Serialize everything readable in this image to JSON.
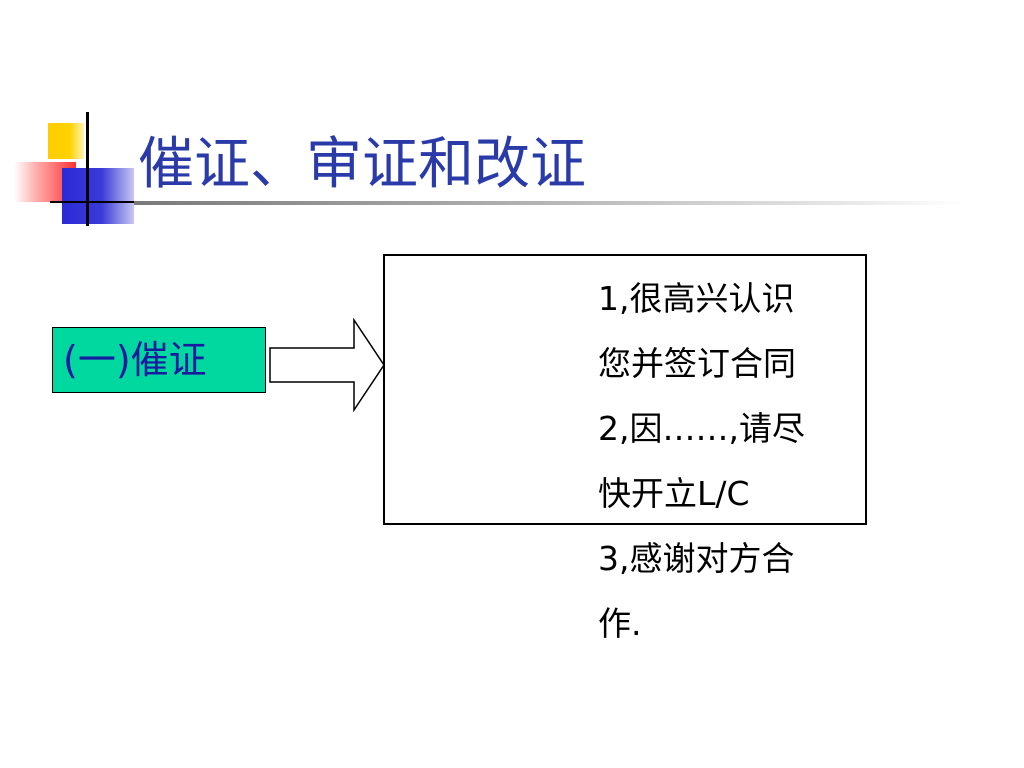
{
  "slide": {
    "title": "催证、审证和改证",
    "section_label": "(一)催证",
    "content_lines": [
      "1,很高兴认识",
      "您并签订合同",
      "2,因……,请尽",
      "快开立L/C",
      "3,感谢对方合",
      "作."
    ]
  },
  "colors": {
    "title_text": "#2a3aa8",
    "label_bg": "#00d8a0",
    "label_text": "#1a1aa0",
    "logo_yellow": "#ffcc00",
    "logo_red": "#ff3030",
    "logo_blue": "#2b2bd6"
  },
  "icons": {
    "arrow": "right-arrow-icon",
    "logo": "slide-logo-squares"
  }
}
